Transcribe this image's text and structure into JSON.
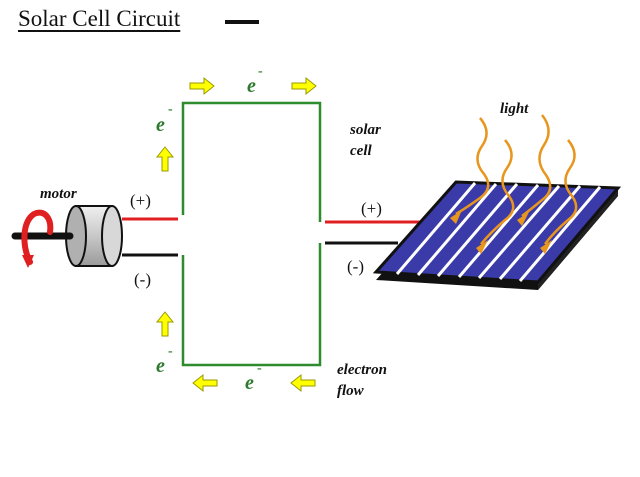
{
  "title": "Solar Cell Circuit",
  "labels": {
    "electron": "e",
    "electron_sup": "-",
    "motor": "motor",
    "plus": "(+)",
    "minus": "(-)",
    "solar_cell_line1": "solar",
    "solar_cell_line2": "cell",
    "light": "light",
    "electron_flow_line1": "electron",
    "electron_flow_line2": "flow"
  },
  "colors": {
    "wire_circuit": "#2e8b2e",
    "wire_positive": "#e02020",
    "wire_negative": "#111111",
    "arrow_fill": "#ffff00",
    "arrow_stroke": "#9a9a00",
    "electron_label": "#2e7a2e",
    "light_ray": "#e8961e",
    "panel_cell": "#3a3aa8",
    "panel_frame": "#111111",
    "motor_rotation": "#e02020"
  },
  "icons": {
    "arrow": "yellow-block-arrow",
    "motor": "cylinder-motor",
    "panel": "solar-panel"
  }
}
